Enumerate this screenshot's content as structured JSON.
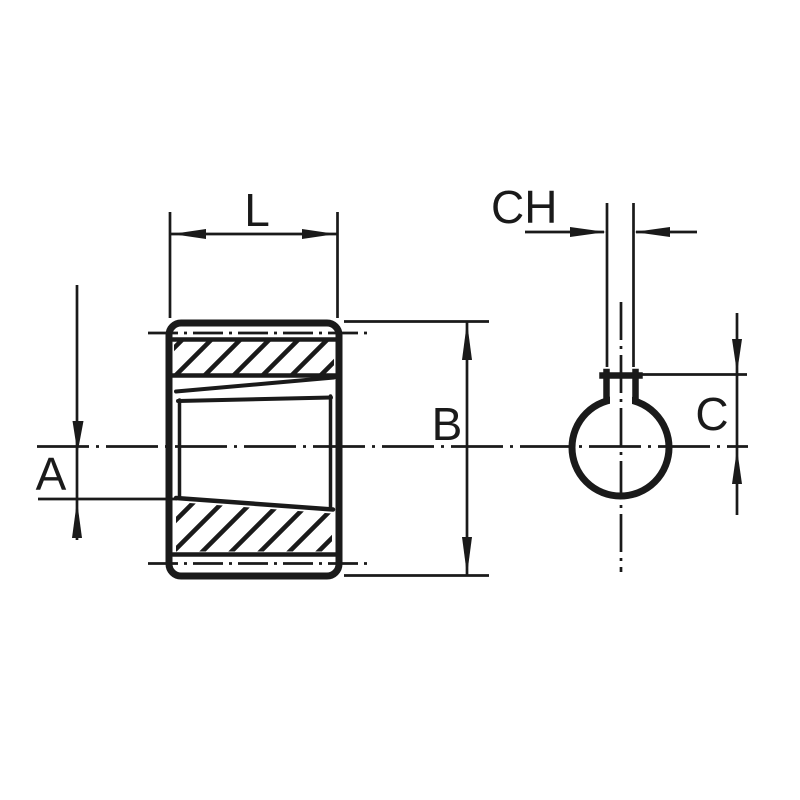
{
  "drawing": {
    "background_color": "#ffffff",
    "ink_color": "#1a1a1a",
    "labels": {
      "dim_l": "L",
      "dim_ch": "CH",
      "dim_b": "B",
      "dim_a": "A",
      "dim_c": "C"
    }
  }
}
